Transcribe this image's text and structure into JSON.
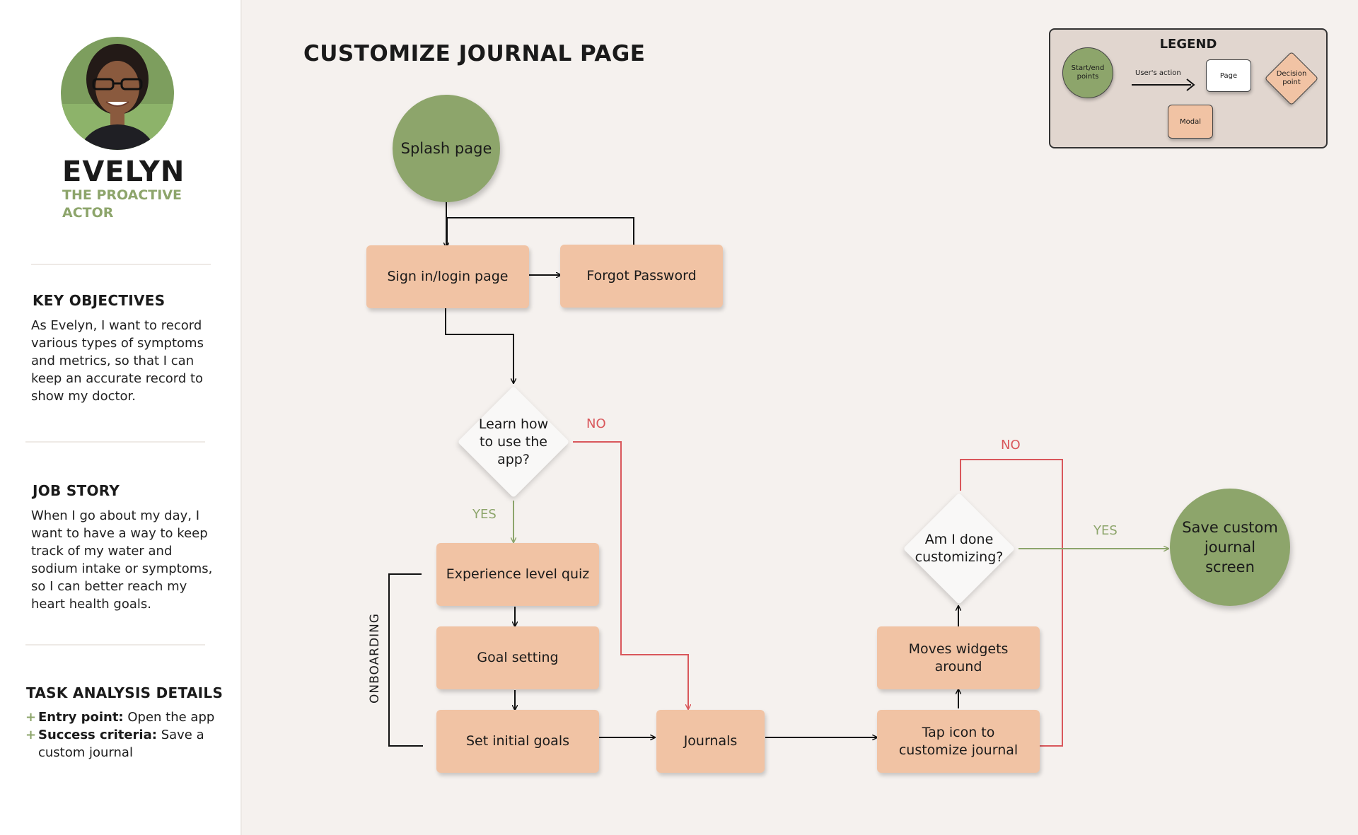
{
  "persona": {
    "name": "EVELYN",
    "role": "THE PROACTIVE ACTOR"
  },
  "key_objectives": {
    "title": "KEY OBJECTIVES",
    "body": "As Evelyn, I want to record various types of symptoms and metrics, so that I can keep an accurate record to show my doctor."
  },
  "job_story": {
    "title": "JOB STORY",
    "body": "When I go about my day, I want to have a way to keep track of my water and sodium intake or symptoms, so I can better reach my heart health goals."
  },
  "task_analysis": {
    "title": "TASK ANALYSIS DETAILS",
    "items": [
      {
        "label": "Entry point:",
        "value": "Open the app"
      },
      {
        "label": "Success criteria:",
        "value": "Save a custom journal"
      }
    ]
  },
  "flow": {
    "title": "CUSTOMIZE JOURNAL PAGE",
    "nodes": {
      "splash": "Splash page",
      "signin": "Sign in/login page",
      "forgot": "Forgot Password",
      "learn": "Learn how to use the app?",
      "quiz": "Experience level quiz",
      "goal_setting": "Goal setting",
      "initial_goals": "Set initial goals",
      "journals": "Journals",
      "tap_icon": "Tap icon to customize journal",
      "moves": "Moves widgets around",
      "done": "Am I done customizing?",
      "save": "Save custom journal screen"
    },
    "labels": {
      "no1": "NO",
      "yes1": "YES",
      "no2": "NO",
      "yes2": "YES",
      "onboarding": "ONBOARDING"
    }
  },
  "legend": {
    "title": "LEGEND",
    "start_end": "Start/end points",
    "action": "User's action",
    "page": "Page",
    "decision": "Decision point",
    "modal": "Modal"
  },
  "colors": {
    "green": "#8DA56B",
    "peach": "#F1C3A4",
    "red": "#D9575B",
    "background": "#F5F1EE"
  }
}
